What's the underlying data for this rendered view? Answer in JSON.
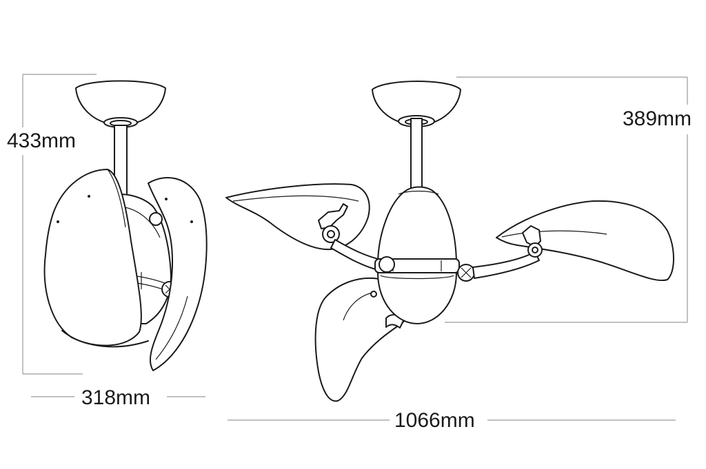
{
  "dimensions": {
    "side_height": "433mm",
    "side_width": "318mm",
    "front_height": "389mm",
    "front_width": "1066mm"
  },
  "colors": {
    "line": "#1a1a1a",
    "dimension_line": "#9a9a9a",
    "background": "#ffffff"
  }
}
